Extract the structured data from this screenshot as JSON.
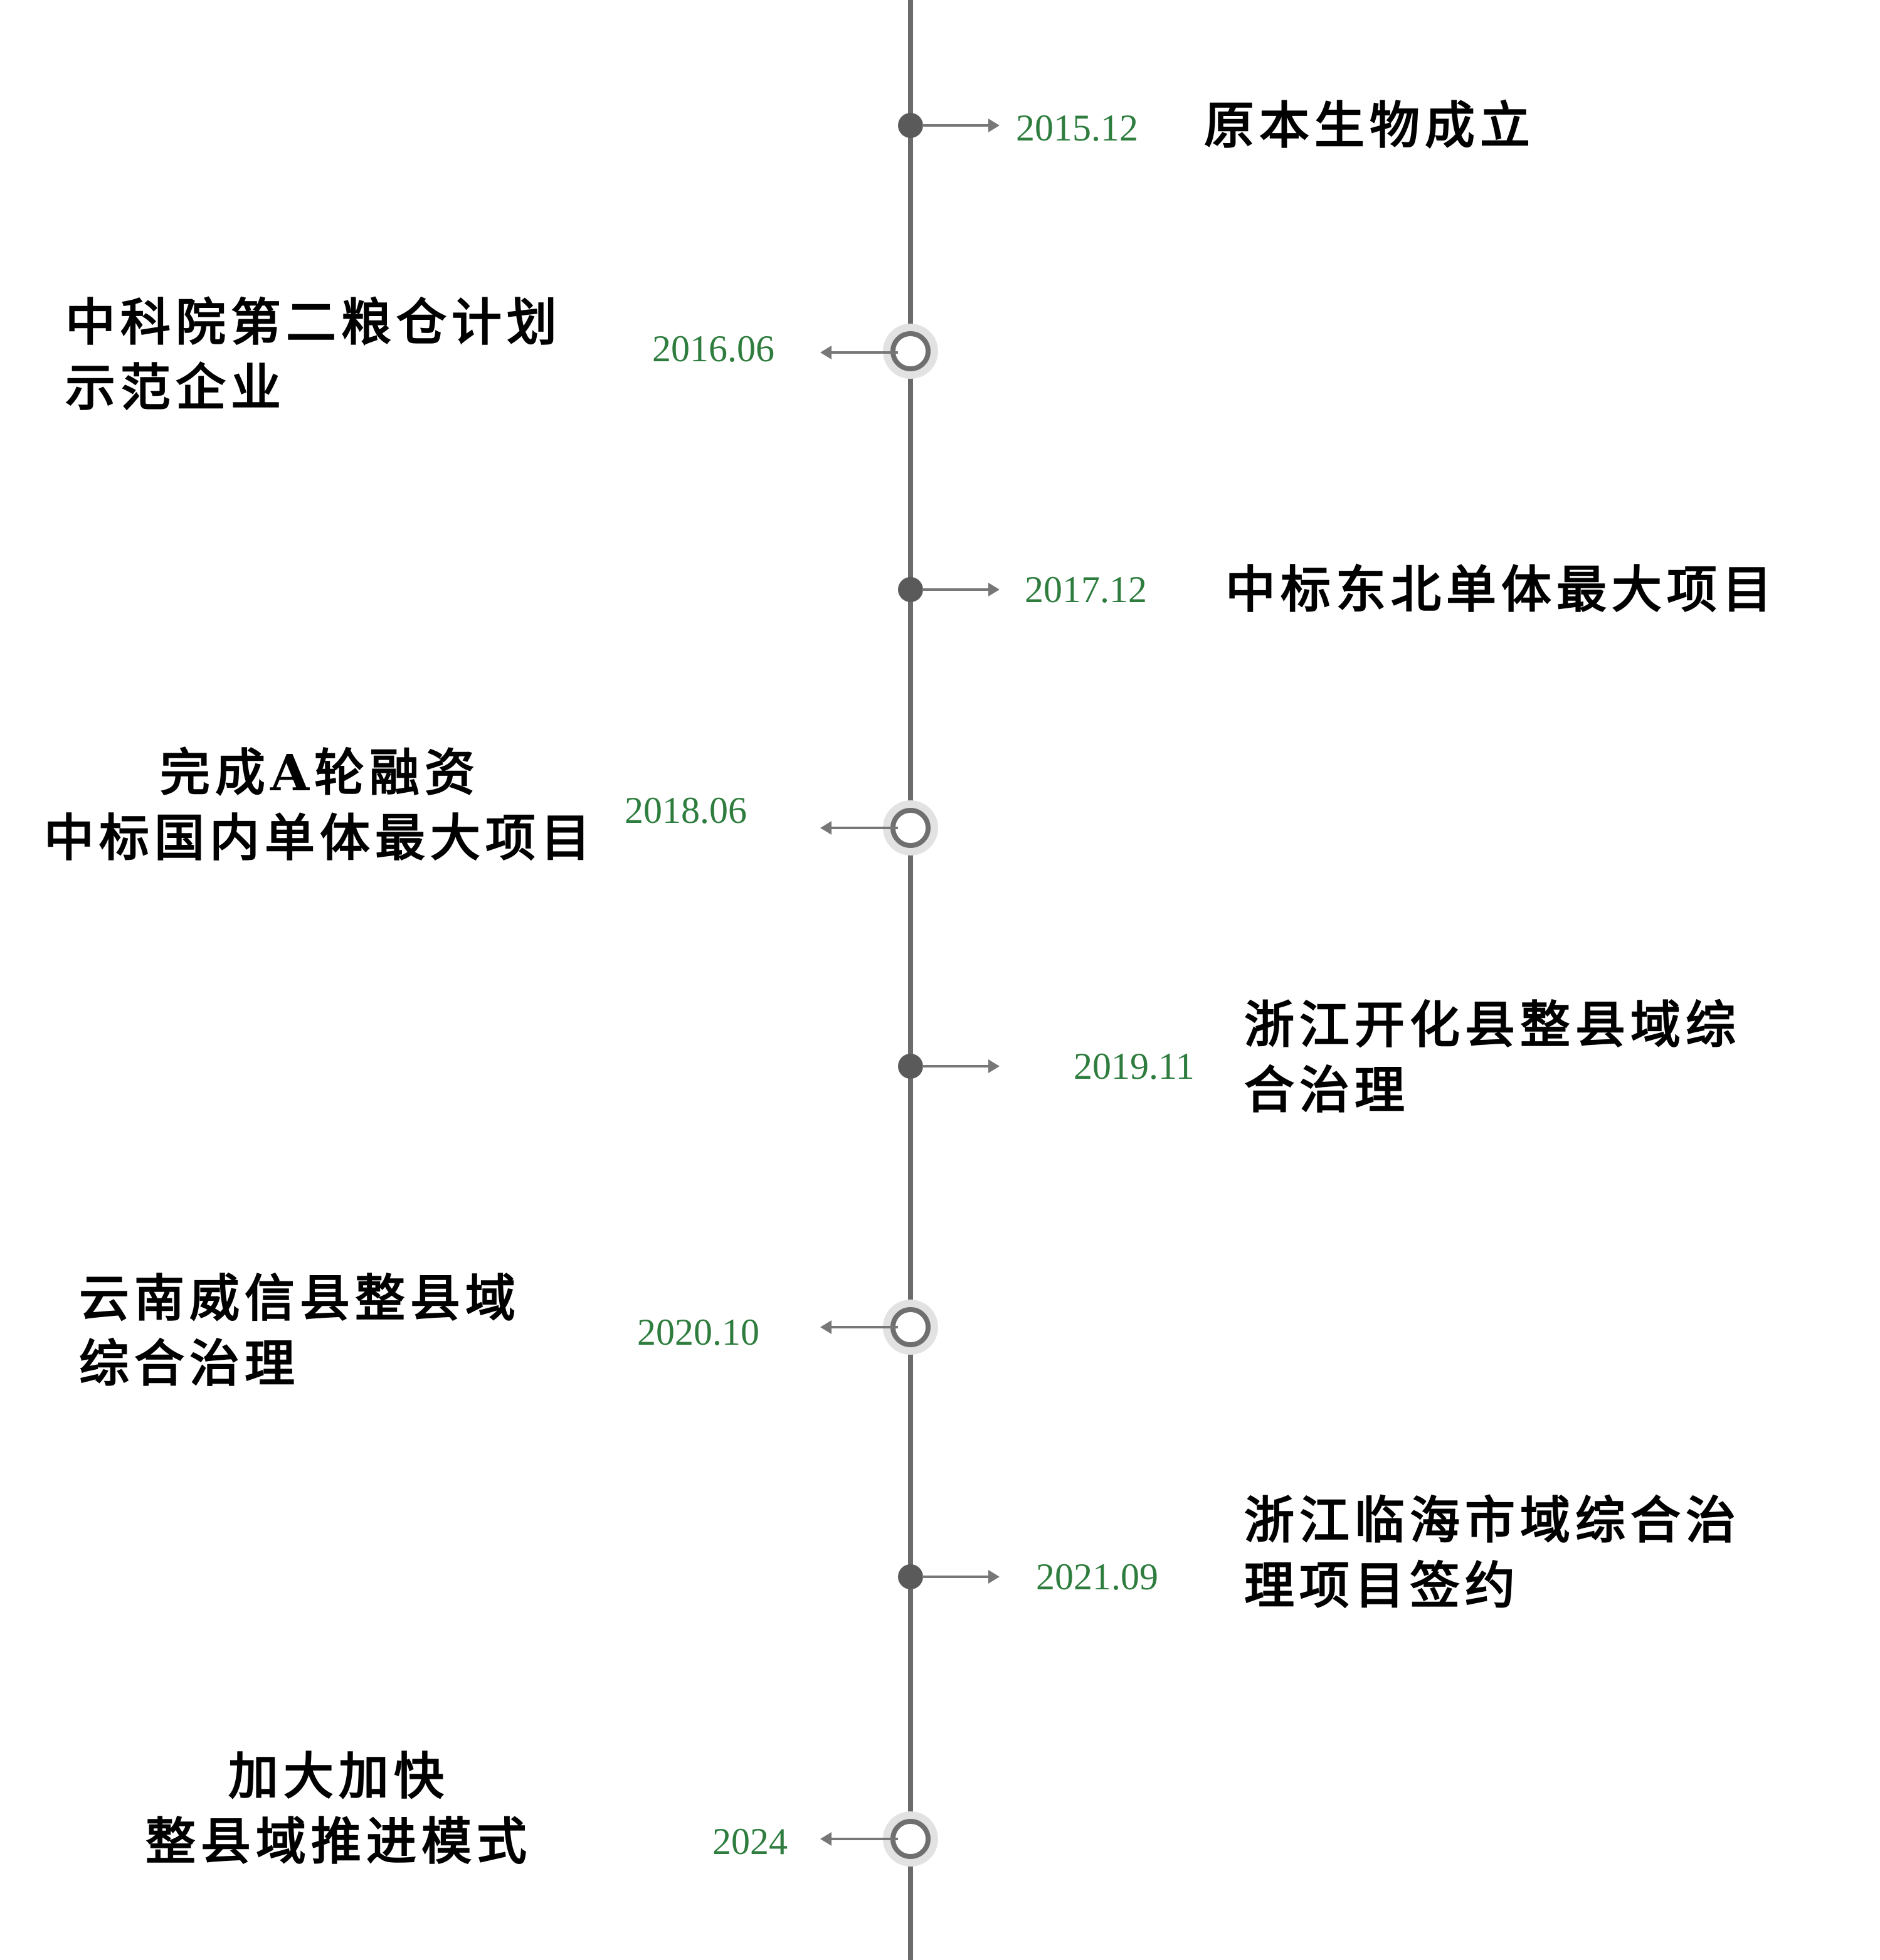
{
  "timeline": [
    {
      "date": "2015.12",
      "lines": [
        "原本生物成立"
      ]
    },
    {
      "date": "2016.06",
      "lines": [
        "中科院第二粮仓计划",
        "示范企业"
      ]
    },
    {
      "date": "2017.12",
      "lines": [
        "中标东北单体最大项目"
      ]
    },
    {
      "date": "2018.06",
      "lines": [
        "完成A轮融资",
        "中标国内单体最大项目"
      ]
    },
    {
      "date": "2019.11",
      "lines": [
        "浙江开化县整县域综",
        "合治理"
      ]
    },
    {
      "date": "2020.10",
      "lines": [
        "云南威信县整县域",
        "综合治理"
      ]
    },
    {
      "date": "2021.09",
      "lines": [
        "浙江临海市域综合治",
        "理项目签约"
      ]
    },
    {
      "date": "2024",
      "lines": [
        "加大加快",
        "整县域推进模式"
      ]
    }
  ]
}
